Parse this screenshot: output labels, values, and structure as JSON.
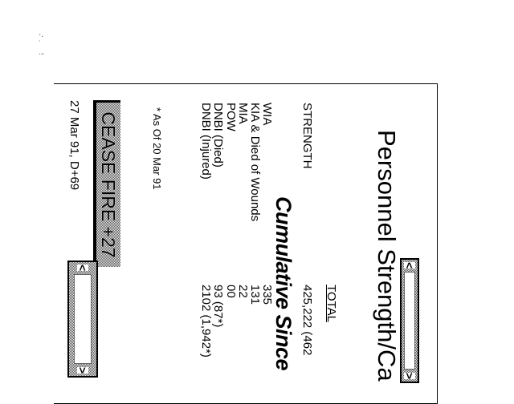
{
  "title": "Personnel Strength/Ca",
  "strength": {
    "label": "STRENGTH",
    "total_header": "TOTAL",
    "value": "425,222 (462"
  },
  "section_heading": "Cumulative Since",
  "rows": [
    {
      "label": "WIA",
      "value": "335"
    },
    {
      "label": "KIA & Died of Wounds",
      "value": "131"
    },
    {
      "label": "MIA",
      "value": "22"
    },
    {
      "label": "POW",
      "value": "00"
    },
    {
      "label": "DNBI (Died)",
      "value": "93 (87*)"
    },
    {
      "label": "DNBI (Injured)",
      "value": "2102 (1,942*)"
    }
  ],
  "footnote": "* As Of 20 Mar 91",
  "banner": "CEASE FIRE +27",
  "date_line": "27 Mar 91, D+69",
  "scroll_controls": {
    "prev": "<",
    "next": ">"
  }
}
